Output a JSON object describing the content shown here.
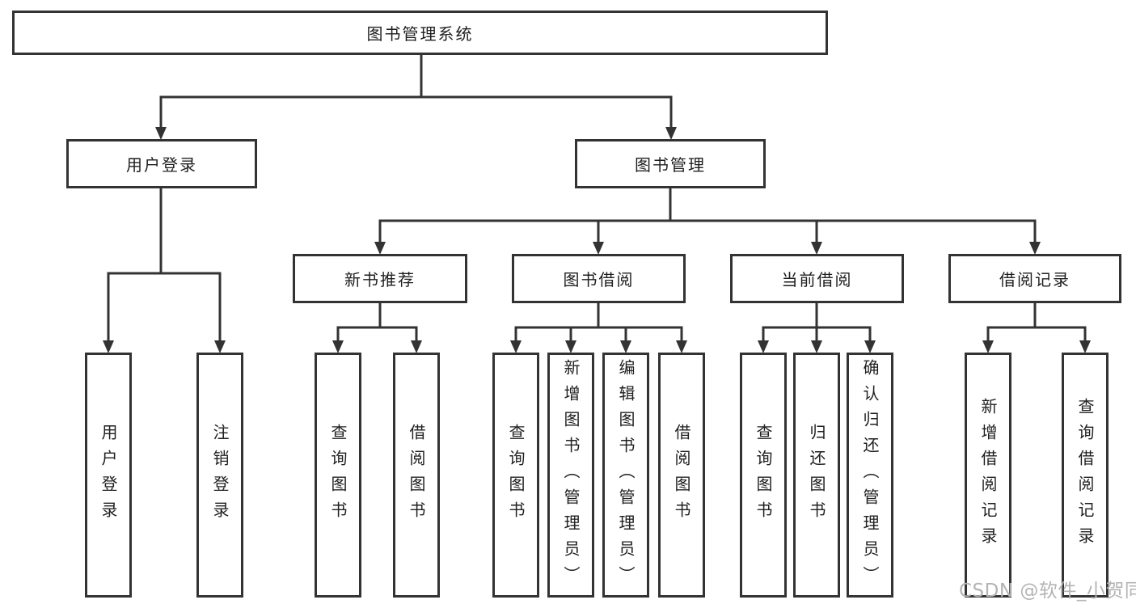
{
  "nodes": {
    "root": "图书管理系统",
    "level2": [
      "用户登录",
      "图书管理"
    ],
    "level3": [
      "新书推荐",
      "图书借阅",
      "当前借阅",
      "借阅记录"
    ],
    "leaves_user_login": [
      "用户登录",
      "注销登录"
    ],
    "leaves_new_book": [
      "查询图书",
      "借阅图书"
    ],
    "leaves_book_borrow": [
      "查询图书",
      "新增图书（管理员）",
      "编辑图书（管理员）",
      "借阅图书"
    ],
    "leaves_current_borrow": [
      "查询图书",
      "归还图书",
      "确认归还（管理员）"
    ],
    "leaves_borrow_record": [
      "新增借阅记录",
      "查询借阅记录"
    ]
  },
  "watermark": {
    "text": "CSDN @软件_小贺同学",
    "color": "#b4b4b4"
  },
  "colors": {
    "line": "#333333",
    "box_border": "#333333",
    "text": "#1f1f1f",
    "background": "#ffffff"
  }
}
